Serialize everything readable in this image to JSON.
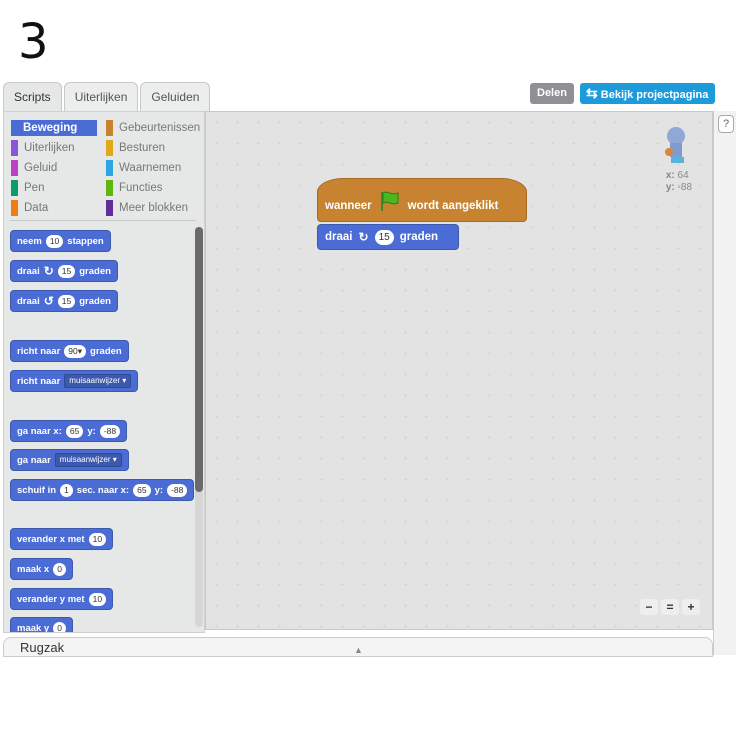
{
  "step_number": "3",
  "tabs": [
    "Scripts",
    "Uiterlijken",
    "Geluiden"
  ],
  "header": {
    "share_label": "Delen",
    "project_page_label": "Bekijk projectpagina"
  },
  "categories": [
    {
      "label": "Beweging",
      "color": "#4a6cd4"
    },
    {
      "label": "Gebeurtenissen",
      "color": "#c88330"
    },
    {
      "label": "Uiterlijken",
      "color": "#8a55d7"
    },
    {
      "label": "Besturen",
      "color": "#e1a91a"
    },
    {
      "label": "Geluid",
      "color": "#bb42c3"
    },
    {
      "label": "Waarnemen",
      "color": "#2ca5e2"
    },
    {
      "label": "Pen",
      "color": "#0e9a6c"
    },
    {
      "label": "Functies",
      "color": "#5cb712"
    },
    {
      "label": "Data",
      "color": "#ee7d16"
    },
    {
      "label": "Meer blokken",
      "color": "#632d99"
    }
  ],
  "palette_blocks": [
    [
      {
        "t": "neem"
      },
      {
        "n": "10"
      },
      {
        "t": "stappen"
      }
    ],
    [
      {
        "t": "draai"
      },
      {
        "i": "↻"
      },
      {
        "n": "15"
      },
      {
        "t": "graden"
      }
    ],
    [
      {
        "t": "draai"
      },
      {
        "i": "↺"
      },
      {
        "n": "15"
      },
      {
        "t": "graden"
      }
    ],
    [
      {
        "t": "richt naar"
      },
      {
        "n": "90▾"
      },
      {
        "t": "graden"
      }
    ],
    [
      {
        "t": "richt naar"
      },
      {
        "d": "muisaanwijzer ▾"
      }
    ],
    [
      {
        "t": "ga naar x:"
      },
      {
        "n": "65"
      },
      {
        "t": "y:"
      },
      {
        "n": "-88"
      }
    ],
    [
      {
        "t": "ga naar"
      },
      {
        "d": "muisaanwijzer ▾"
      }
    ],
    [
      {
        "t": "schuif in"
      },
      {
        "n": "1"
      },
      {
        "t": "sec. naar x:"
      },
      {
        "n": "65"
      },
      {
        "t": "y:"
      },
      {
        "n": "-88"
      }
    ],
    [
      {
        "t": "verander x met"
      },
      {
        "n": "10"
      }
    ],
    [
      {
        "t": "maak x"
      },
      {
        "n": "0"
      }
    ],
    [
      {
        "t": "verander y met"
      },
      {
        "n": "10"
      }
    ],
    [
      {
        "t": "maak y"
      },
      {
        "n": "0"
      }
    ]
  ],
  "script": {
    "hat": {
      "before": "wanneer",
      "after": "wordt aangeklikt",
      "icon": "green-flag-icon"
    },
    "turn": {
      "label": "draai",
      "icon": "↻",
      "value": "15",
      "unit": "graden"
    }
  },
  "sprite": {
    "x_label": "x:",
    "x": "64",
    "y_label": "y:",
    "y": "-88"
  },
  "zoom_controls": [
    "−",
    "=",
    "+"
  ],
  "help": "?",
  "backpack": "Rugzak"
}
